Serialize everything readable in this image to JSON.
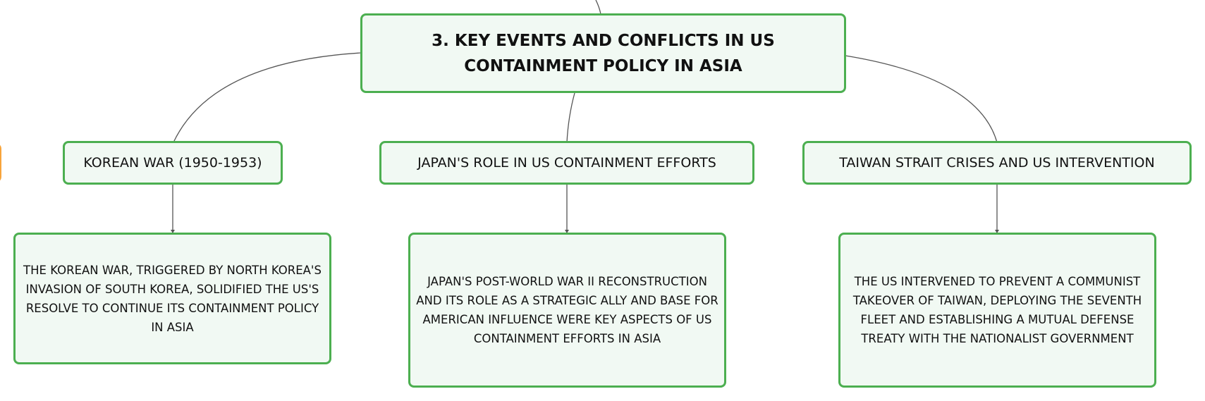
{
  "root": {
    "title": "3. KEY EVENTS AND CONFLICTS IN US CONTAINMENT POLICY IN ASIA"
  },
  "topics": [
    {
      "label": "KOREAN WAR (1950-1953)",
      "detail": "THE KOREAN WAR, TRIGGERED BY NORTH KOREA'S INVASION OF SOUTH KOREA, SOLIDIFIED THE US'S RESOLVE TO CONTINUE ITS CONTAINMENT POLICY IN ASIA"
    },
    {
      "label": "JAPAN'S ROLE IN US CONTAINMENT EFFORTS",
      "detail": "JAPAN'S POST-WORLD WAR II RECONSTRUCTION AND ITS ROLE AS A STRATEGIC ALLY AND BASE FOR AMERICAN INFLUENCE WERE KEY ASPECTS OF US CONTAINMENT EFFORTS IN ASIA"
    },
    {
      "label": "TAIWAN STRAIT CRISES AND US INTERVENTION",
      "detail": "THE US INTERVENED TO PREVENT A COMMUNIST TAKEOVER OF TAIWAN, DEPLOYING THE SEVENTH FLEET AND ESTABLISHING A MUTUAL DEFENSE TREATY WITH THE NATIONALIST GOVERNMENT"
    }
  ],
  "colors": {
    "node_border": "#4caf50",
    "node_fill": "#f1f9f3",
    "connector": "#555555",
    "side_tab": "#f7a43b"
  }
}
